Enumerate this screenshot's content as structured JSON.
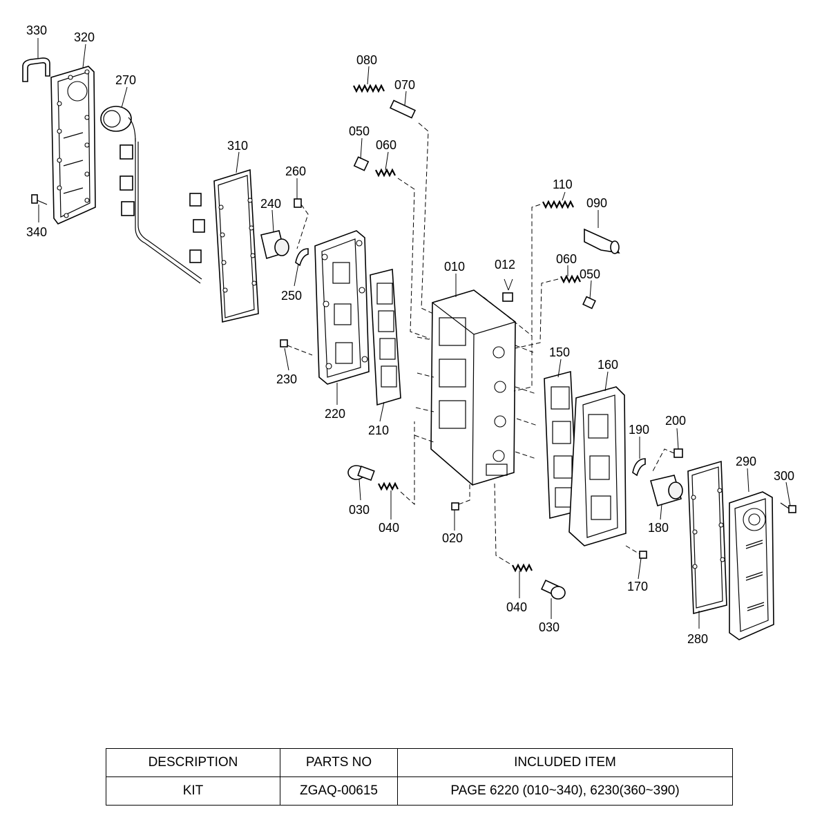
{
  "callouts": [
    {
      "id": "330",
      "label": "330"
    },
    {
      "id": "320",
      "label": "320"
    },
    {
      "id": "270",
      "label": "270"
    },
    {
      "id": "340",
      "label": "340"
    },
    {
      "id": "310",
      "label": "310"
    },
    {
      "id": "260",
      "label": "260"
    },
    {
      "id": "240",
      "label": "240"
    },
    {
      "id": "250",
      "label": "250"
    },
    {
      "id": "230",
      "label": "230"
    },
    {
      "id": "220",
      "label": "220"
    },
    {
      "id": "210",
      "label": "210"
    },
    {
      "id": "080",
      "label": "080"
    },
    {
      "id": "070",
      "label": "070"
    },
    {
      "id": "050a",
      "label": "050"
    },
    {
      "id": "060a",
      "label": "060"
    },
    {
      "id": "010",
      "label": "010"
    },
    {
      "id": "012",
      "label": "012"
    },
    {
      "id": "110",
      "label": "110"
    },
    {
      "id": "090",
      "label": "090"
    },
    {
      "id": "060b",
      "label": "060"
    },
    {
      "id": "050b",
      "label": "050"
    },
    {
      "id": "150",
      "label": "150"
    },
    {
      "id": "160",
      "label": "160"
    },
    {
      "id": "190",
      "label": "190"
    },
    {
      "id": "200",
      "label": "200"
    },
    {
      "id": "290",
      "label": "290"
    },
    {
      "id": "300",
      "label": "300"
    },
    {
      "id": "180",
      "label": "180"
    },
    {
      "id": "170",
      "label": "170"
    },
    {
      "id": "280",
      "label": "280"
    },
    {
      "id": "030a",
      "label": "030"
    },
    {
      "id": "040a",
      "label": "040"
    },
    {
      "id": "020",
      "label": "020"
    },
    {
      "id": "040b",
      "label": "040"
    },
    {
      "id": "030b",
      "label": "030"
    }
  ],
  "table": {
    "headers": [
      "DESCRIPTION",
      "PARTS NO",
      "INCLUDED ITEM"
    ],
    "rows": [
      {
        "description": "KIT",
        "parts_no": "ZGAQ-00615",
        "included_item": "PAGE 6220 (010~340), 6230(360~390)"
      }
    ]
  }
}
